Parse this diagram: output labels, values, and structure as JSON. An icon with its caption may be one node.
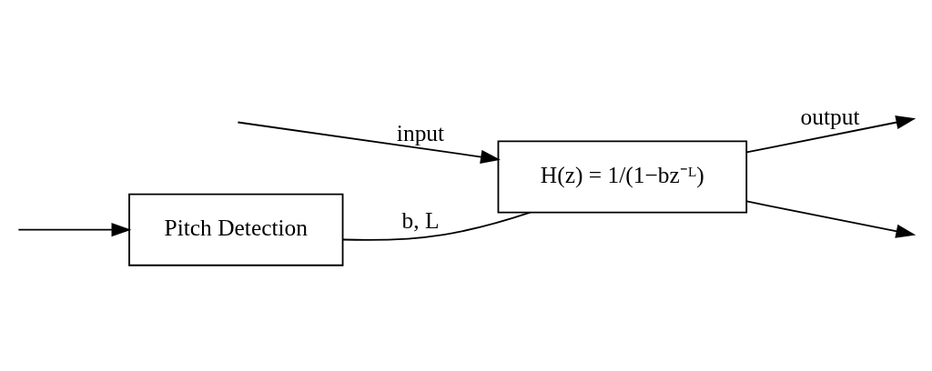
{
  "diagram": {
    "nodes": [
      {
        "text": [
          "Pitch Detection"
        ]
      },
      {
        "text": [
          "H(z) = 1/(1−bz⁻ᴸ)"
        ]
      }
    ],
    "edges": [
      {
        "from": null,
        "to": 0,
        "arrow": "to"
      },
      {
        "from": null,
        "to": 1,
        "arrow": "to",
        "label": "input"
      },
      {
        "from": 0,
        "to": 1,
        "arrow": "none",
        "label": "b, L"
      },
      {
        "from": 1,
        "to": null,
        "arrow": "to",
        "label": "output"
      },
      {
        "from": 1,
        "to": null,
        "arrow": "to"
      }
    ]
  }
}
